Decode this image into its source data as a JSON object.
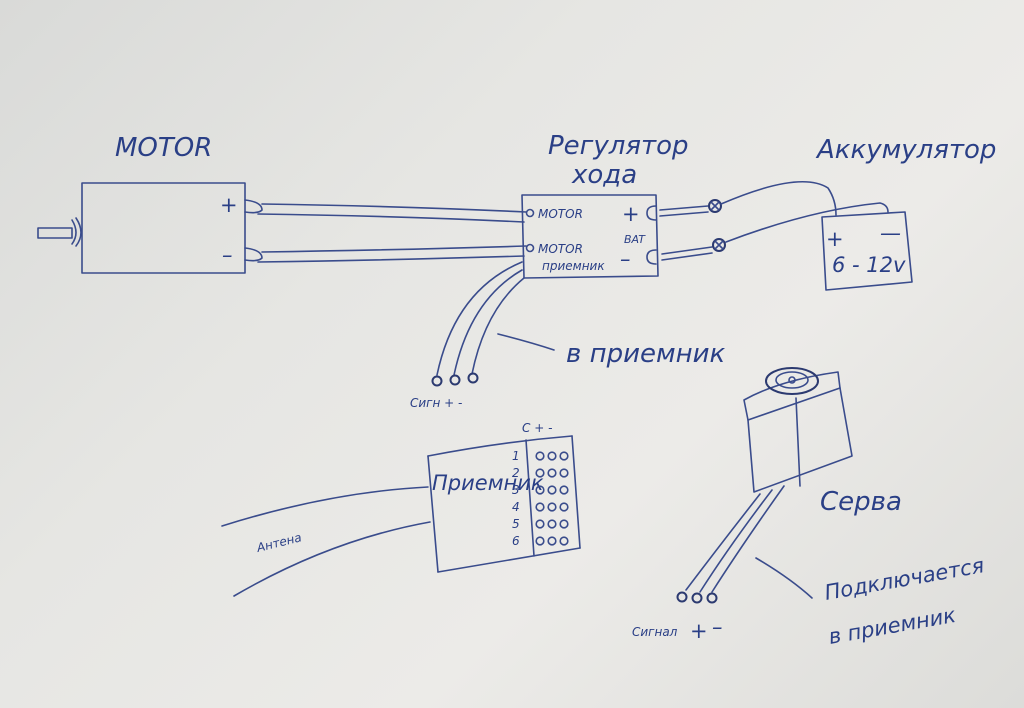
{
  "colors": {
    "ink": "#2a3f86",
    "paper": "#e6e6e3"
  },
  "motor": {
    "title": "MOTOR",
    "plus": "+",
    "minus": "–"
  },
  "esc": {
    "title_line1": "Регулятор",
    "title_line2": "хода",
    "motor_top": "MOTOR",
    "motor_bottom": "MOTOR",
    "receiver": "приемник",
    "plus": "+",
    "bat": "BAT",
    "minus": "–"
  },
  "battery": {
    "title": "Аккумулятор",
    "plus": "+",
    "minus": "—",
    "voltage": "6 - 12v"
  },
  "esc_lead": {
    "to_receiver": "в приемник",
    "pins": "Сигн + -"
  },
  "receiver": {
    "title": "Приемник",
    "header": "С + -",
    "channels": [
      "1",
      "2",
      "3",
      "4",
      "5",
      "6"
    ],
    "antenna": "Антена"
  },
  "servo": {
    "title": "Серва",
    "pins_signal": "Сигнал",
    "pins_plus": "+",
    "pins_minus": "–",
    "note_line1": "Подключается",
    "note_line2": "в приемник"
  }
}
